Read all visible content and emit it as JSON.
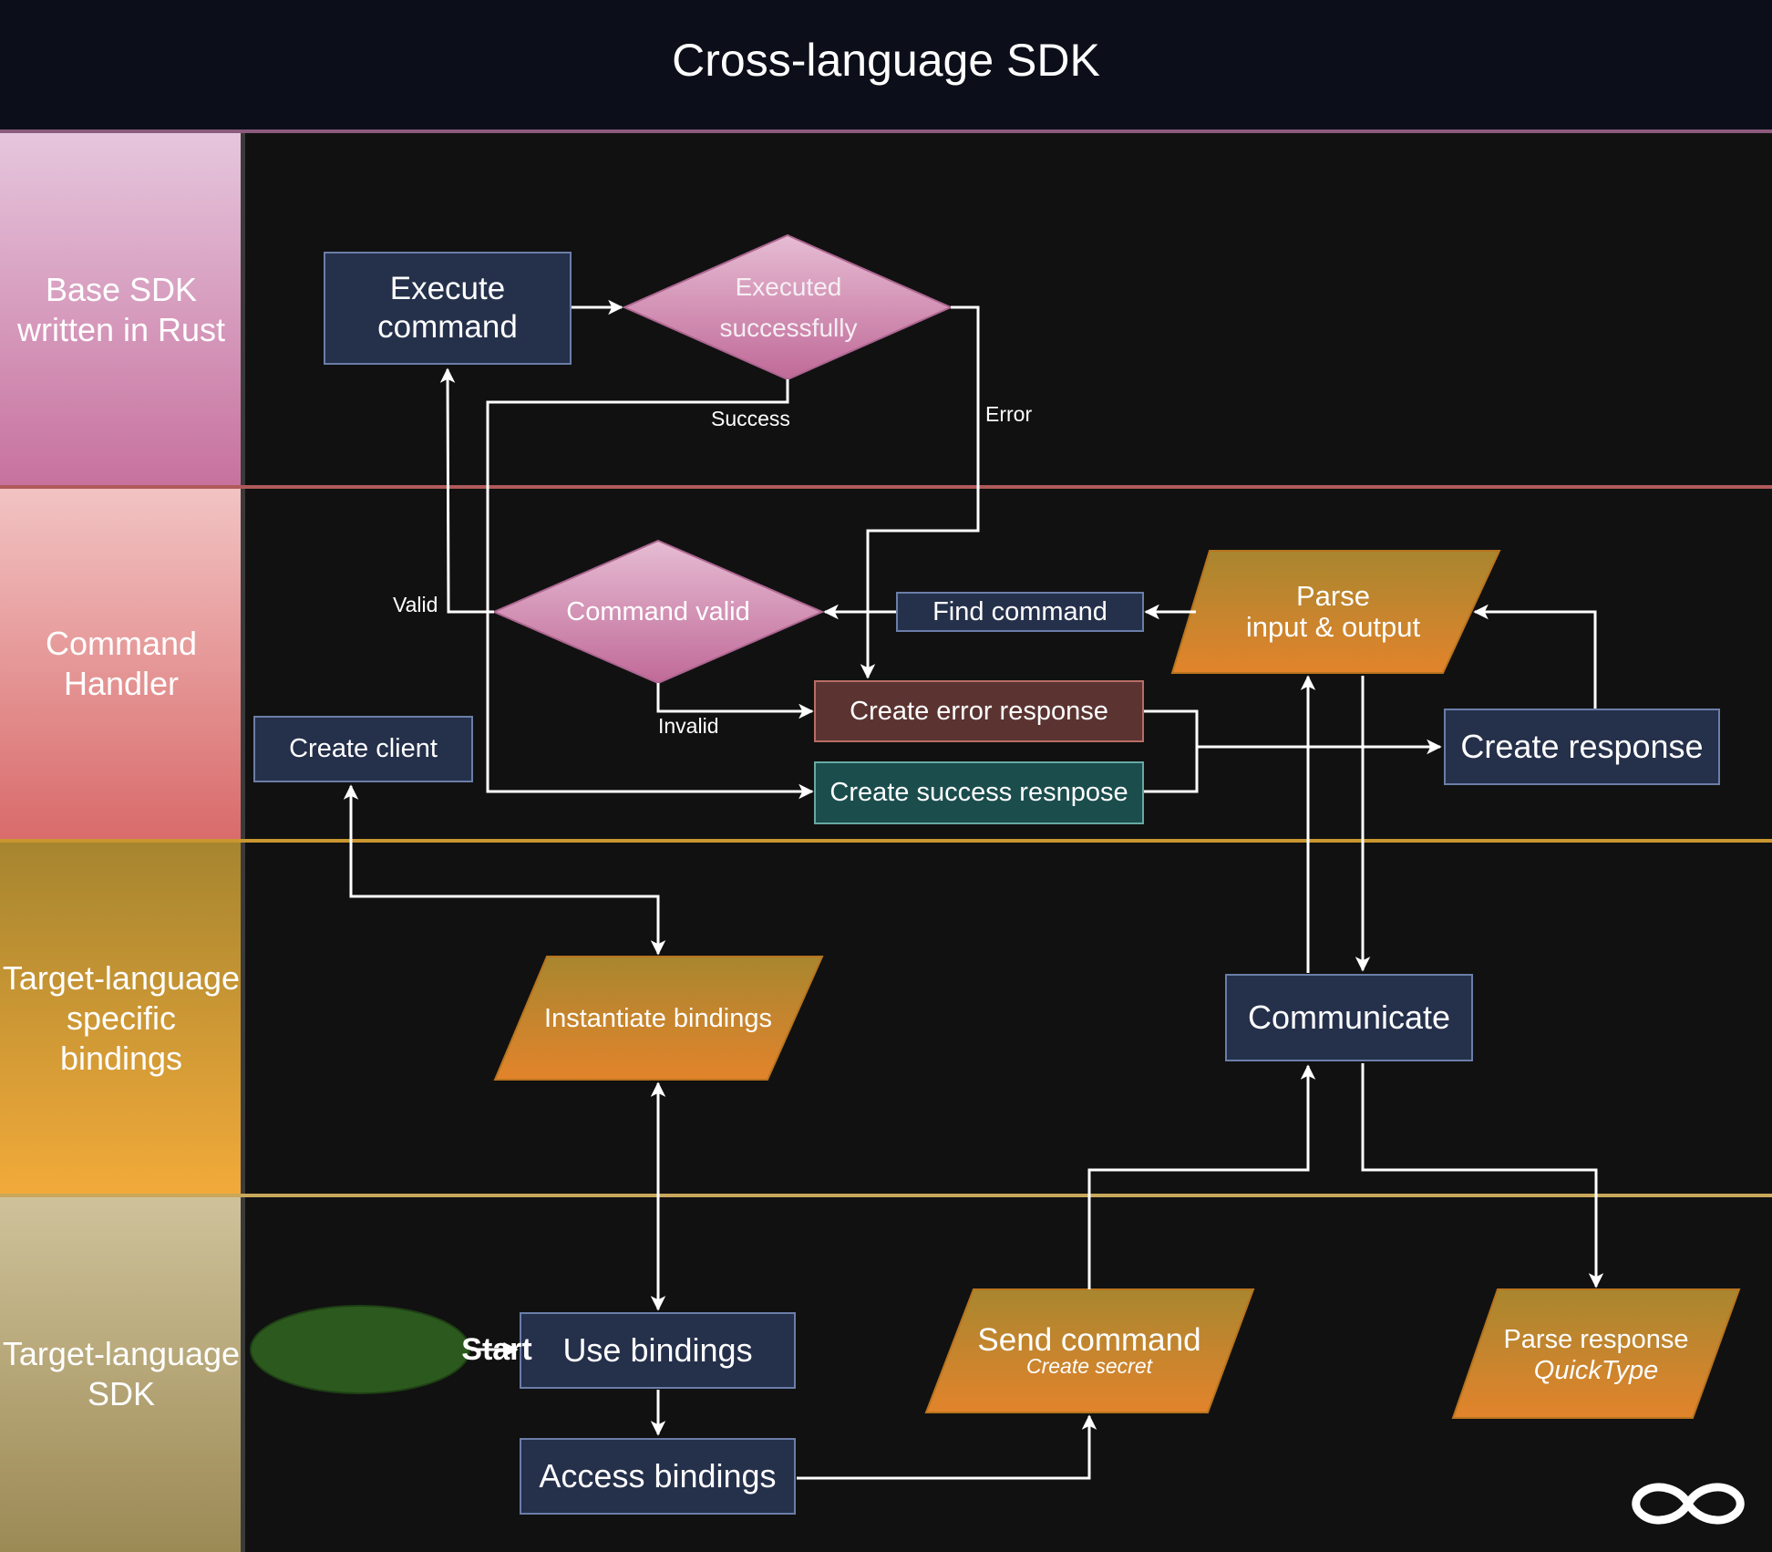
{
  "title": "Cross-language SDK",
  "lanes": [
    {
      "id": "base",
      "label_lines": [
        "Base SDK",
        "written in Rust"
      ]
    },
    {
      "id": "handler",
      "label_lines": [
        "Command",
        "Handler"
      ]
    },
    {
      "id": "bindings",
      "label_lines": [
        "Target-language",
        "specific",
        "bindings"
      ]
    },
    {
      "id": "sdk",
      "label_lines": [
        "Target-language",
        "SDK"
      ]
    }
  ],
  "nodes": {
    "execute_command": {
      "lines": [
        "Execute",
        "command"
      ]
    },
    "executed_successfully": {
      "lines": [
        "Executed",
        "successfully"
      ]
    },
    "command_valid": {
      "label": "Command valid"
    },
    "find_command": {
      "label": "Find command"
    },
    "parse_io": {
      "lines": [
        "Parse",
        "input & output"
      ]
    },
    "create_client": {
      "label": "Create client"
    },
    "create_error_response": {
      "label": "Create error response"
    },
    "create_success_response": {
      "label": "Create success resnpose"
    },
    "create_response": {
      "label": "Create response"
    },
    "instantiate_bindings": {
      "label": "Instantiate bindings"
    },
    "communicate": {
      "label": "Communicate"
    },
    "start": {
      "label": "Start"
    },
    "use_bindings": {
      "label": "Use bindings"
    },
    "access_bindings": {
      "label": "Access bindings"
    },
    "send_command": {
      "label": "Send command",
      "sublabel": "Create secret"
    },
    "parse_response": {
      "label": "Parse response",
      "sublabel": "QuickType"
    }
  },
  "edge_labels": {
    "success": "Success",
    "error": "Error",
    "valid": "Valid",
    "invalid": "Invalid"
  },
  "colors": {
    "diamond": "#c9799f",
    "parallelogram": "#d2892d",
    "start": "#2c5a1e",
    "navy": "#25304b",
    "error_box": "#5b3432",
    "success_box": "#1b4d4d"
  },
  "icons": {
    "corner_logo": "infinity-icon"
  }
}
